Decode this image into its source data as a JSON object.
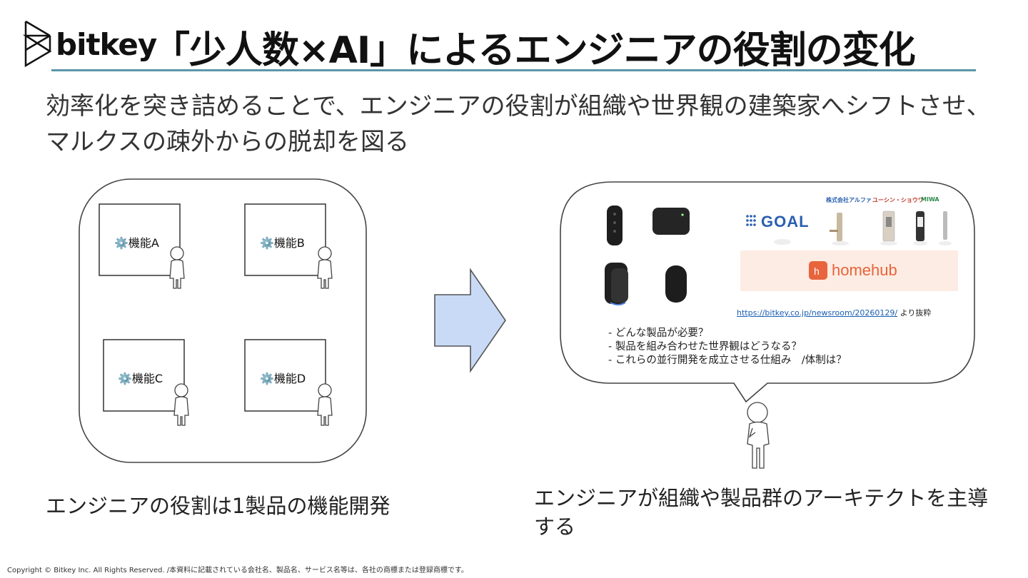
{
  "header": {
    "logo_text": "bitkey",
    "title": "「少人数×AI」によるエンジニアの役割の変化"
  },
  "subtitle": {
    "line1": "効率化を突き詰めることで、エンジニアの役割が組織や世界観の建築家へシフトさせ、",
    "line2": "マルクスの疎外からの脱却を図る"
  },
  "left_panel": {
    "features": [
      "⚙️機能A",
      "⚙️機能B",
      "⚙️機能C",
      "⚙️機能D"
    ],
    "caption": "エンジニアの役割は1製品の機能開発"
  },
  "right_panel": {
    "brands": {
      "goal": "GOAL",
      "homehub": "homehub",
      "alpha": "株式会社アルファ",
      "uchida": "ユーシン・ショウワ",
      "miwa": "MIWA"
    },
    "source_link": "https://bitkey.co.jp/newsroom/20260129/",
    "source_suffix": " より抜粋",
    "notes": [
      "- どんな製品が必要？",
      "- 製品を組み合わせた世界観はどうなる？",
      "- これらの並行開発を成立させる仕組み　/体制は？"
    ],
    "caption_line1": "エンジニアが組織や製品群のアーキテクトを主導",
    "caption_line2": "する"
  },
  "footer": {
    "copyright": "Copyright © Bitkey Inc. All Rights Reserved. /本資料に記載されている会社名、製品名、サービス名等は、各社の商標または登録商標です。"
  },
  "colors": {
    "accent_rule": "#5a97a8",
    "arrow_fill": "#c9daf6",
    "link": "#1a5fb4",
    "homehub": "#e8643c",
    "goal": "#2b5fb0"
  }
}
